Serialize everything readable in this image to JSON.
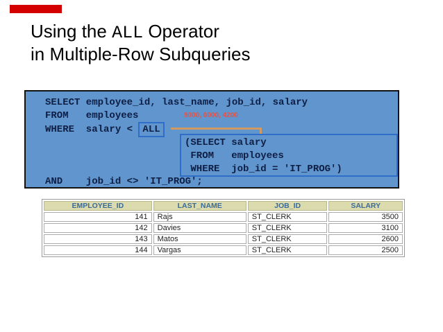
{
  "title": {
    "part1": "Using the ",
    "code_word": "ALL",
    "part2": " Operator",
    "line2": "in Multiple-Row Subqueries"
  },
  "code": {
    "line1": "SELECT employee_id, last_name, job_id, salary",
    "line2": "FROM   employees",
    "annotation": "9000, 6000, 4200",
    "line3_prefix": "WHERE  salary < ",
    "all_label": "ALL",
    "subquery": {
      "line1": "(SELECT salary",
      "line2": " FROM   employees",
      "line3": " WHERE  job_id = 'IT_PROG')"
    },
    "line4": "AND    job_id <> 'IT_PROG';"
  },
  "results_table": {
    "headers": [
      "EMPLOYEE_ID",
      "LAST_NAME",
      "JOB_ID",
      "SALARY"
    ],
    "rows": [
      [
        "141",
        "Rajs",
        "ST_CLERK",
        "3500"
      ],
      [
        "142",
        "Davies",
        "ST_CLERK",
        "3100"
      ],
      [
        "143",
        "Matos",
        "ST_CLERK",
        "2600"
      ],
      [
        "144",
        "Vargas",
        "ST_CLERK",
        "2500"
      ]
    ]
  },
  "colors": {
    "accent_bar": "#d40000",
    "code_background": "#6095ce",
    "code_text": "#0e1e44",
    "highlight_border": "#2e6dc8",
    "connector": "#d09a62",
    "annotation_text": "#e15449",
    "table_header_bg": "#dbdbae",
    "table_header_text": "#3a6b9a"
  }
}
